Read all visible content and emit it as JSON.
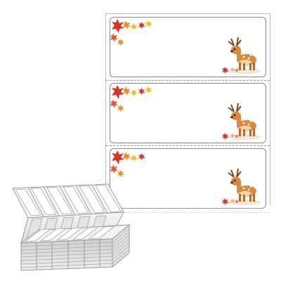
{
  "product": {
    "labels_per_sheet": 3,
    "theme": "autumn deer",
    "colors": {
      "leaf_red": "#d7352a",
      "leaf_orange": "#f08a26",
      "leaf_yellow": "#f4c21f",
      "deer_body": "#d9883f",
      "deer_belly": "#f3d7a8",
      "label_border": "#8a8a8a",
      "paper": "#ffffff"
    },
    "icons": [
      "maple-leaf-icon",
      "deer-illustration",
      "mushroom-icon"
    ]
  }
}
